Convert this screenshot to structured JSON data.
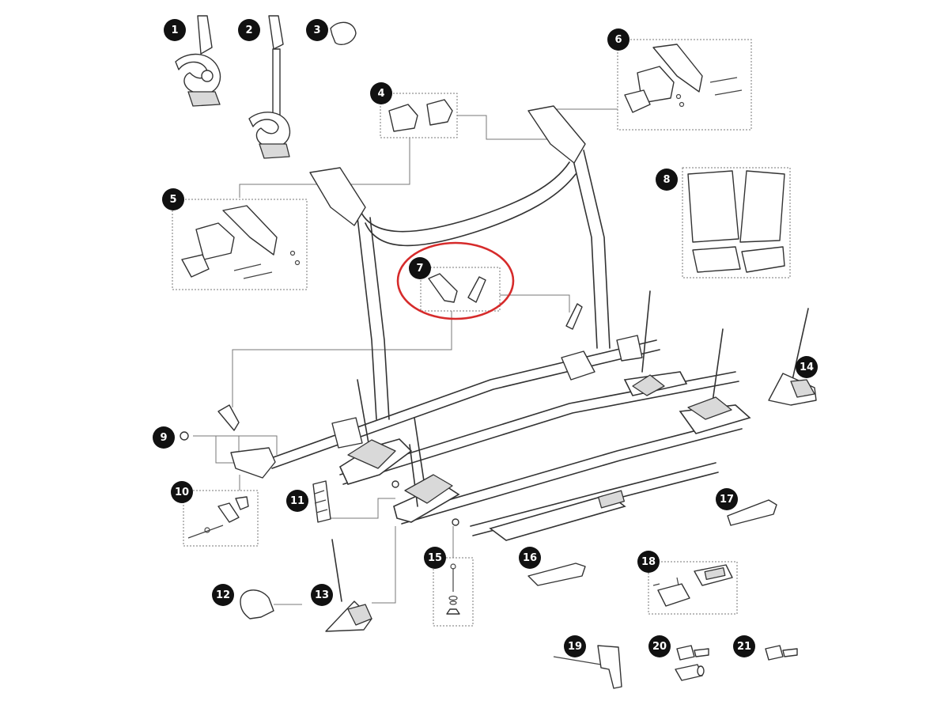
{
  "parts": [
    {
      "number": "1"
    },
    {
      "number": "2"
    },
    {
      "number": "3"
    },
    {
      "number": "4"
    },
    {
      "number": "5"
    },
    {
      "number": "6"
    },
    {
      "number": "7"
    },
    {
      "number": "8"
    },
    {
      "number": "9"
    },
    {
      "number": "10"
    },
    {
      "number": "11"
    },
    {
      "number": "12"
    },
    {
      "number": "13"
    },
    {
      "number": "14"
    },
    {
      "number": "15"
    },
    {
      "number": "16"
    },
    {
      "number": "17"
    },
    {
      "number": "18"
    },
    {
      "number": "19"
    },
    {
      "number": "20"
    },
    {
      "number": "21"
    }
  ],
  "highlighted_part": "7",
  "colors": {
    "highlight_ring": "#d62b2b",
    "badge_fill": "#111111",
    "badge_text": "#ffffff",
    "line_art": "#333333"
  }
}
